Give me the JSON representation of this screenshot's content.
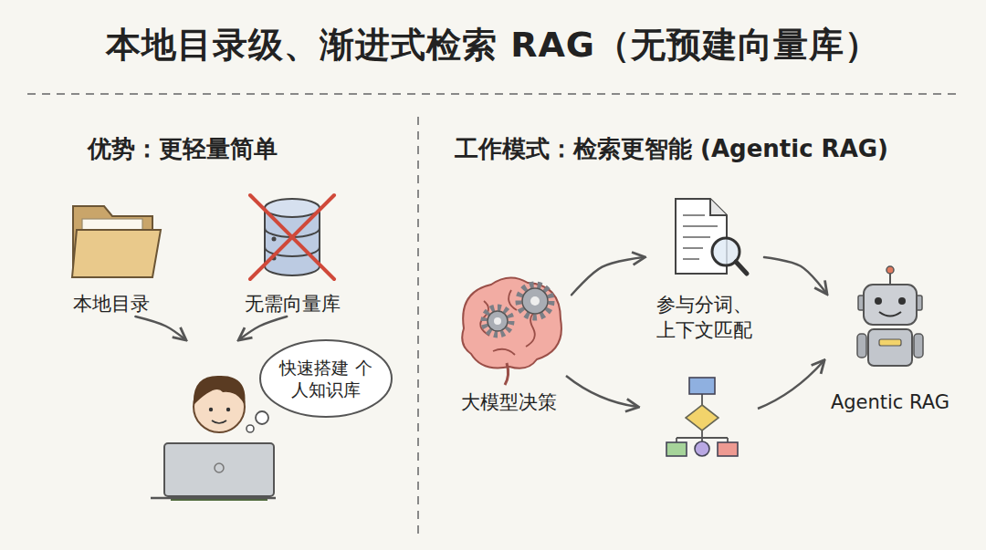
{
  "diagram": {
    "title": "本地目录级、渐进式检索 RAG（无预建向量库）",
    "nodes": [
      {
        "text": [
          "本地目录"
        ]
      },
      {
        "text": [
          "无需向量库"
        ]
      },
      {
        "text": [
          "快速搭建 个人知识库"
        ]
      },
      {
        "text": [
          "大模型决策"
        ]
      },
      {
        "text": [
          "参与分词、 上下文匹配"
        ]
      },
      {
        "text": [
          "Agentic RAG"
        ]
      }
    ],
    "edges": [
      {
        "from": 0,
        "to": 2,
        "arrow": "to"
      },
      {
        "from": 1,
        "to": 2,
        "arrow": "to"
      },
      {
        "from": 3,
        "to": 4,
        "arrow": "to"
      },
      {
        "from": 4,
        "to": 5,
        "arrow": "to"
      }
    ],
    "labels": [
      "优势：更轻量简单",
      "工作模式：检索更智能 (Agentic RAG)"
    ]
  }
}
